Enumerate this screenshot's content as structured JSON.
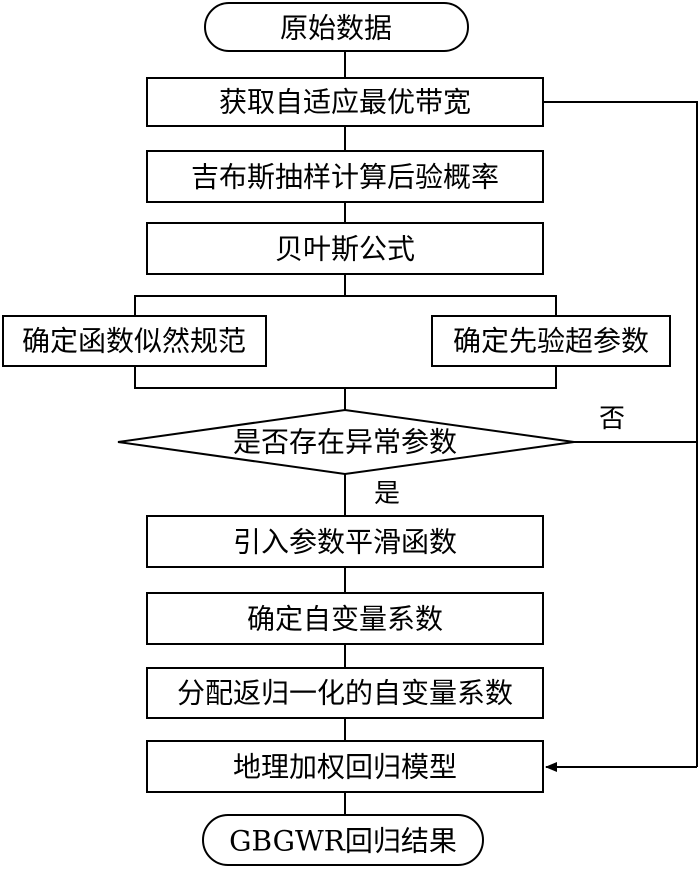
{
  "flowchart": {
    "start": "原始数据",
    "step1": "获取自适应最优带宽",
    "step2": "吉布斯抽样计算后验概率",
    "step3": "贝叶斯公式",
    "step4_left": "确定函数似然规范",
    "step4_right": "确定先验超参数",
    "decision": "是否存在异常参数",
    "label_no": "否",
    "label_yes": "是",
    "step5": "引入参数平滑函数",
    "step6": "确定自变量系数",
    "step7": "分配返归一化的自变量系数",
    "step8": "地理加权回归模型",
    "end": "GBGWR回归结果"
  }
}
